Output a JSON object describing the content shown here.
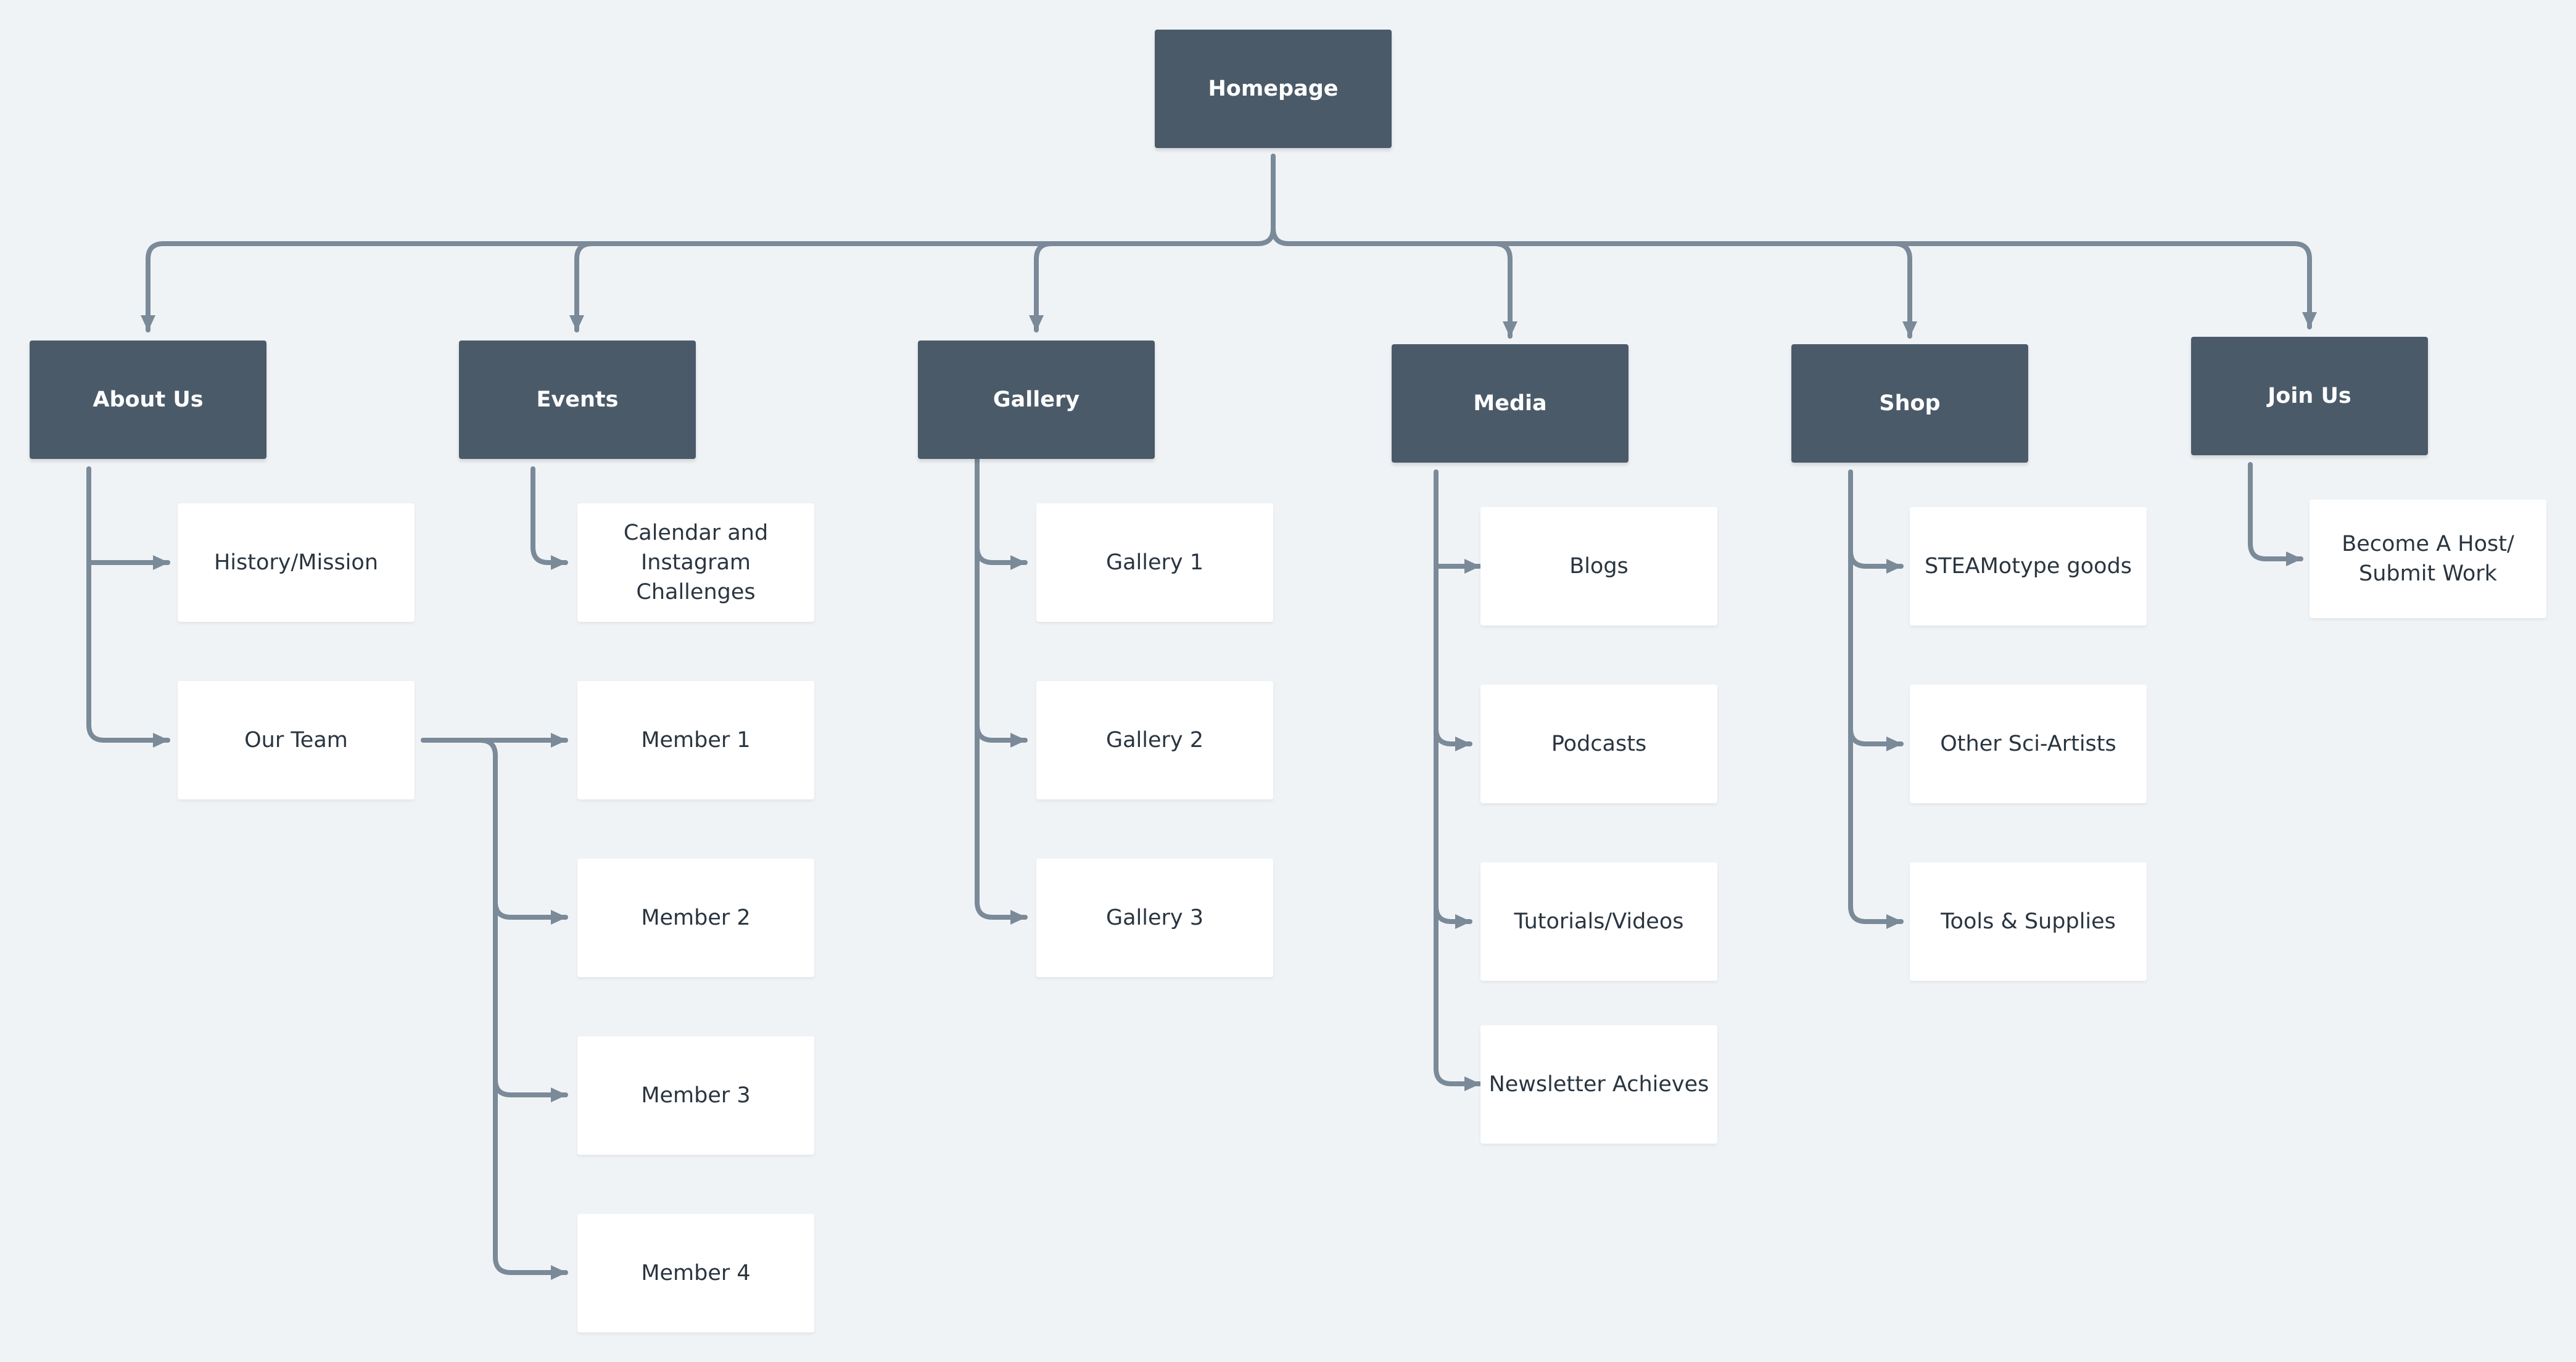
{
  "colors": {
    "background": "#f0f3f6",
    "primary_node": "#4a5a69",
    "secondary_node": "#ffffff",
    "connector": "#7a8a99"
  },
  "diagram": {
    "root": "Homepage",
    "sections": [
      {
        "label": "About Us",
        "children": [
          {
            "label": "History/Mission"
          },
          {
            "label": "Our Team",
            "children": [
              "Member 1",
              "Member 2",
              "Member 3",
              "Member 4"
            ]
          }
        ]
      },
      {
        "label": "Events",
        "children": [
          {
            "label": "Calendar and Instagram Challenges"
          }
        ]
      },
      {
        "label": "Gallery",
        "children": [
          {
            "label": "Gallery 1"
          },
          {
            "label": "Gallery 2"
          },
          {
            "label": "Gallery 3"
          }
        ]
      },
      {
        "label": "Media",
        "children": [
          {
            "label": "Blogs"
          },
          {
            "label": "Podcasts"
          },
          {
            "label": "Tutorials/Videos"
          },
          {
            "label": "Newsletter Achieves"
          }
        ]
      },
      {
        "label": "Shop",
        "children": [
          {
            "label": "STEAMotype goods"
          },
          {
            "label": "Other Sci-Artists"
          },
          {
            "label": "Tools & Supplies"
          }
        ]
      },
      {
        "label": "Join Us",
        "children": [
          {
            "label": "Become A Host/ Submit Work"
          }
        ]
      }
    ]
  }
}
